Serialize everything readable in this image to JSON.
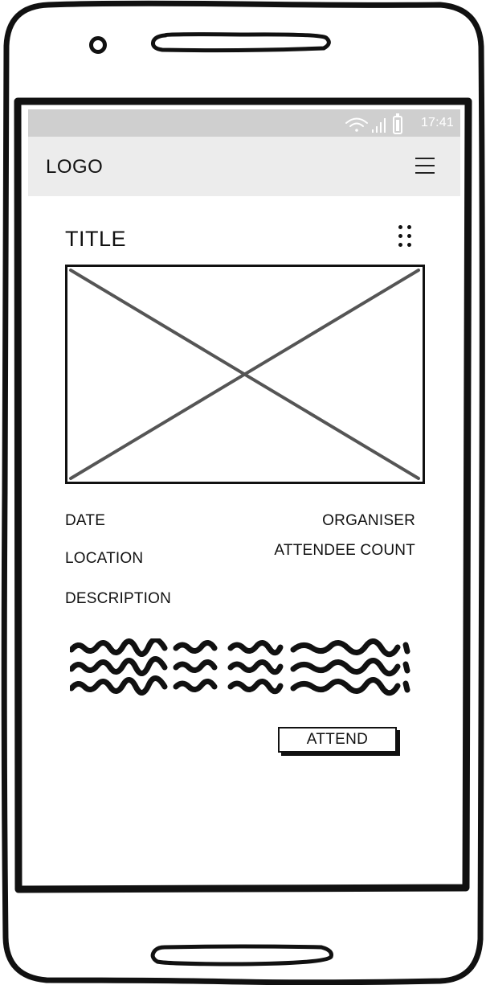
{
  "status_bar": {
    "time": "17:41",
    "icons": [
      "wifi-icon",
      "signal-icon",
      "battery-icon"
    ]
  },
  "header": {
    "logo": "LOGO",
    "menu_icon": "hamburger-menu-icon"
  },
  "event": {
    "title": "TITLE",
    "more_icon": "more-options-icon",
    "image": "image-placeholder",
    "date_label": "DATE",
    "location_label": "LOCATION",
    "organiser_label": "ORGANISER",
    "attendee_count_label": "ATTENDEE COUNT",
    "description_label": "DESCRIPTION",
    "attend_label": "ATTEND"
  },
  "colors": {
    "status_bar": "#cfcfcf",
    "header": "#ececec",
    "ink": "#111111",
    "placeholder_cross": "#555555"
  }
}
